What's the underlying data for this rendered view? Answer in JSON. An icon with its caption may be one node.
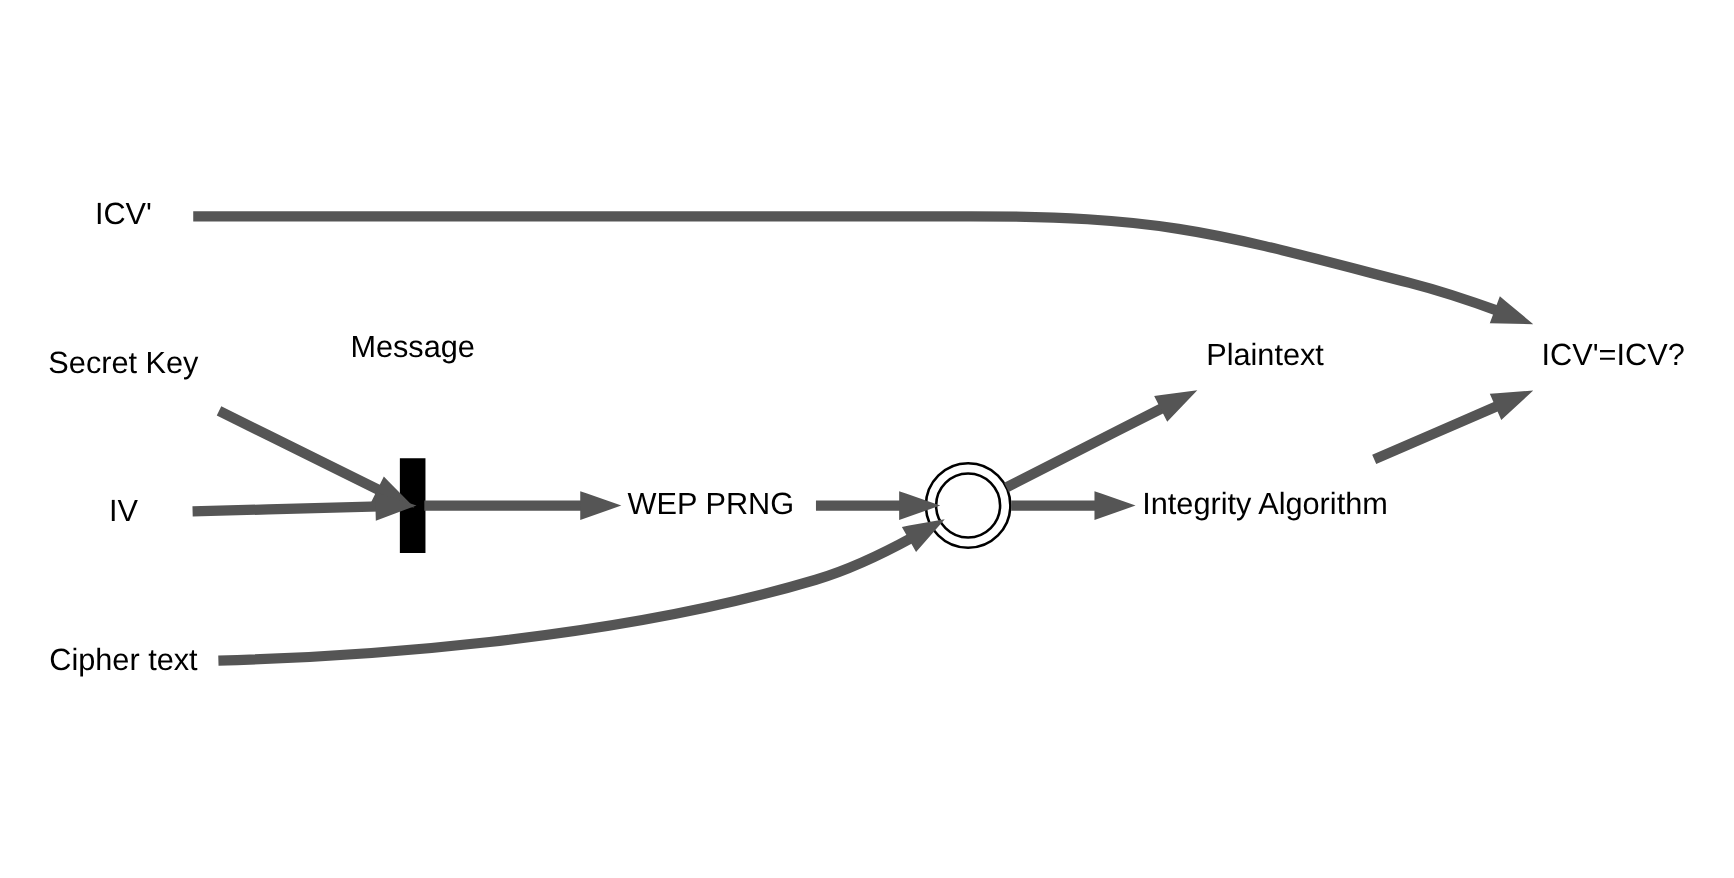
{
  "diagram": {
    "nodes": [
      {
        "text": [
          "Secret Key"
        ]
      },
      {
        "text": [
          "IV"
        ]
      },
      {
        "text": [],
        "shape": "bar"
      },
      {
        "text": [
          "WEP PRNG"
        ]
      },
      {
        "text": [],
        "shape": "circle"
      },
      {
        "text": [
          "Cipher text"
        ]
      },
      {
        "text": [
          "Plaintext"
        ]
      },
      {
        "text": [
          "Integrity Algorithm"
        ]
      },
      {
        "text": [
          "ICV'"
        ]
      },
      {
        "text": [
          "ICV'=ICV?"
        ]
      }
    ],
    "edges": [
      {
        "from": 0,
        "to": 2,
        "arrow": "to"
      },
      {
        "from": 1,
        "to": 2,
        "arrow": "to"
      },
      {
        "from": 2,
        "to": 3,
        "arrow": "to"
      },
      {
        "from": 3,
        "to": 4,
        "arrow": "to"
      },
      {
        "from": 5,
        "to": 4,
        "arrow": "to"
      },
      {
        "from": 4,
        "to": 6,
        "arrow": "to"
      },
      {
        "from": 4,
        "to": 7,
        "arrow": "to"
      },
      {
        "from": 7,
        "to": 9,
        "arrow": "to"
      },
      {
        "from": 8,
        "to": 9,
        "arrow": "to"
      }
    ],
    "labels": [
      "Message"
    ]
  }
}
